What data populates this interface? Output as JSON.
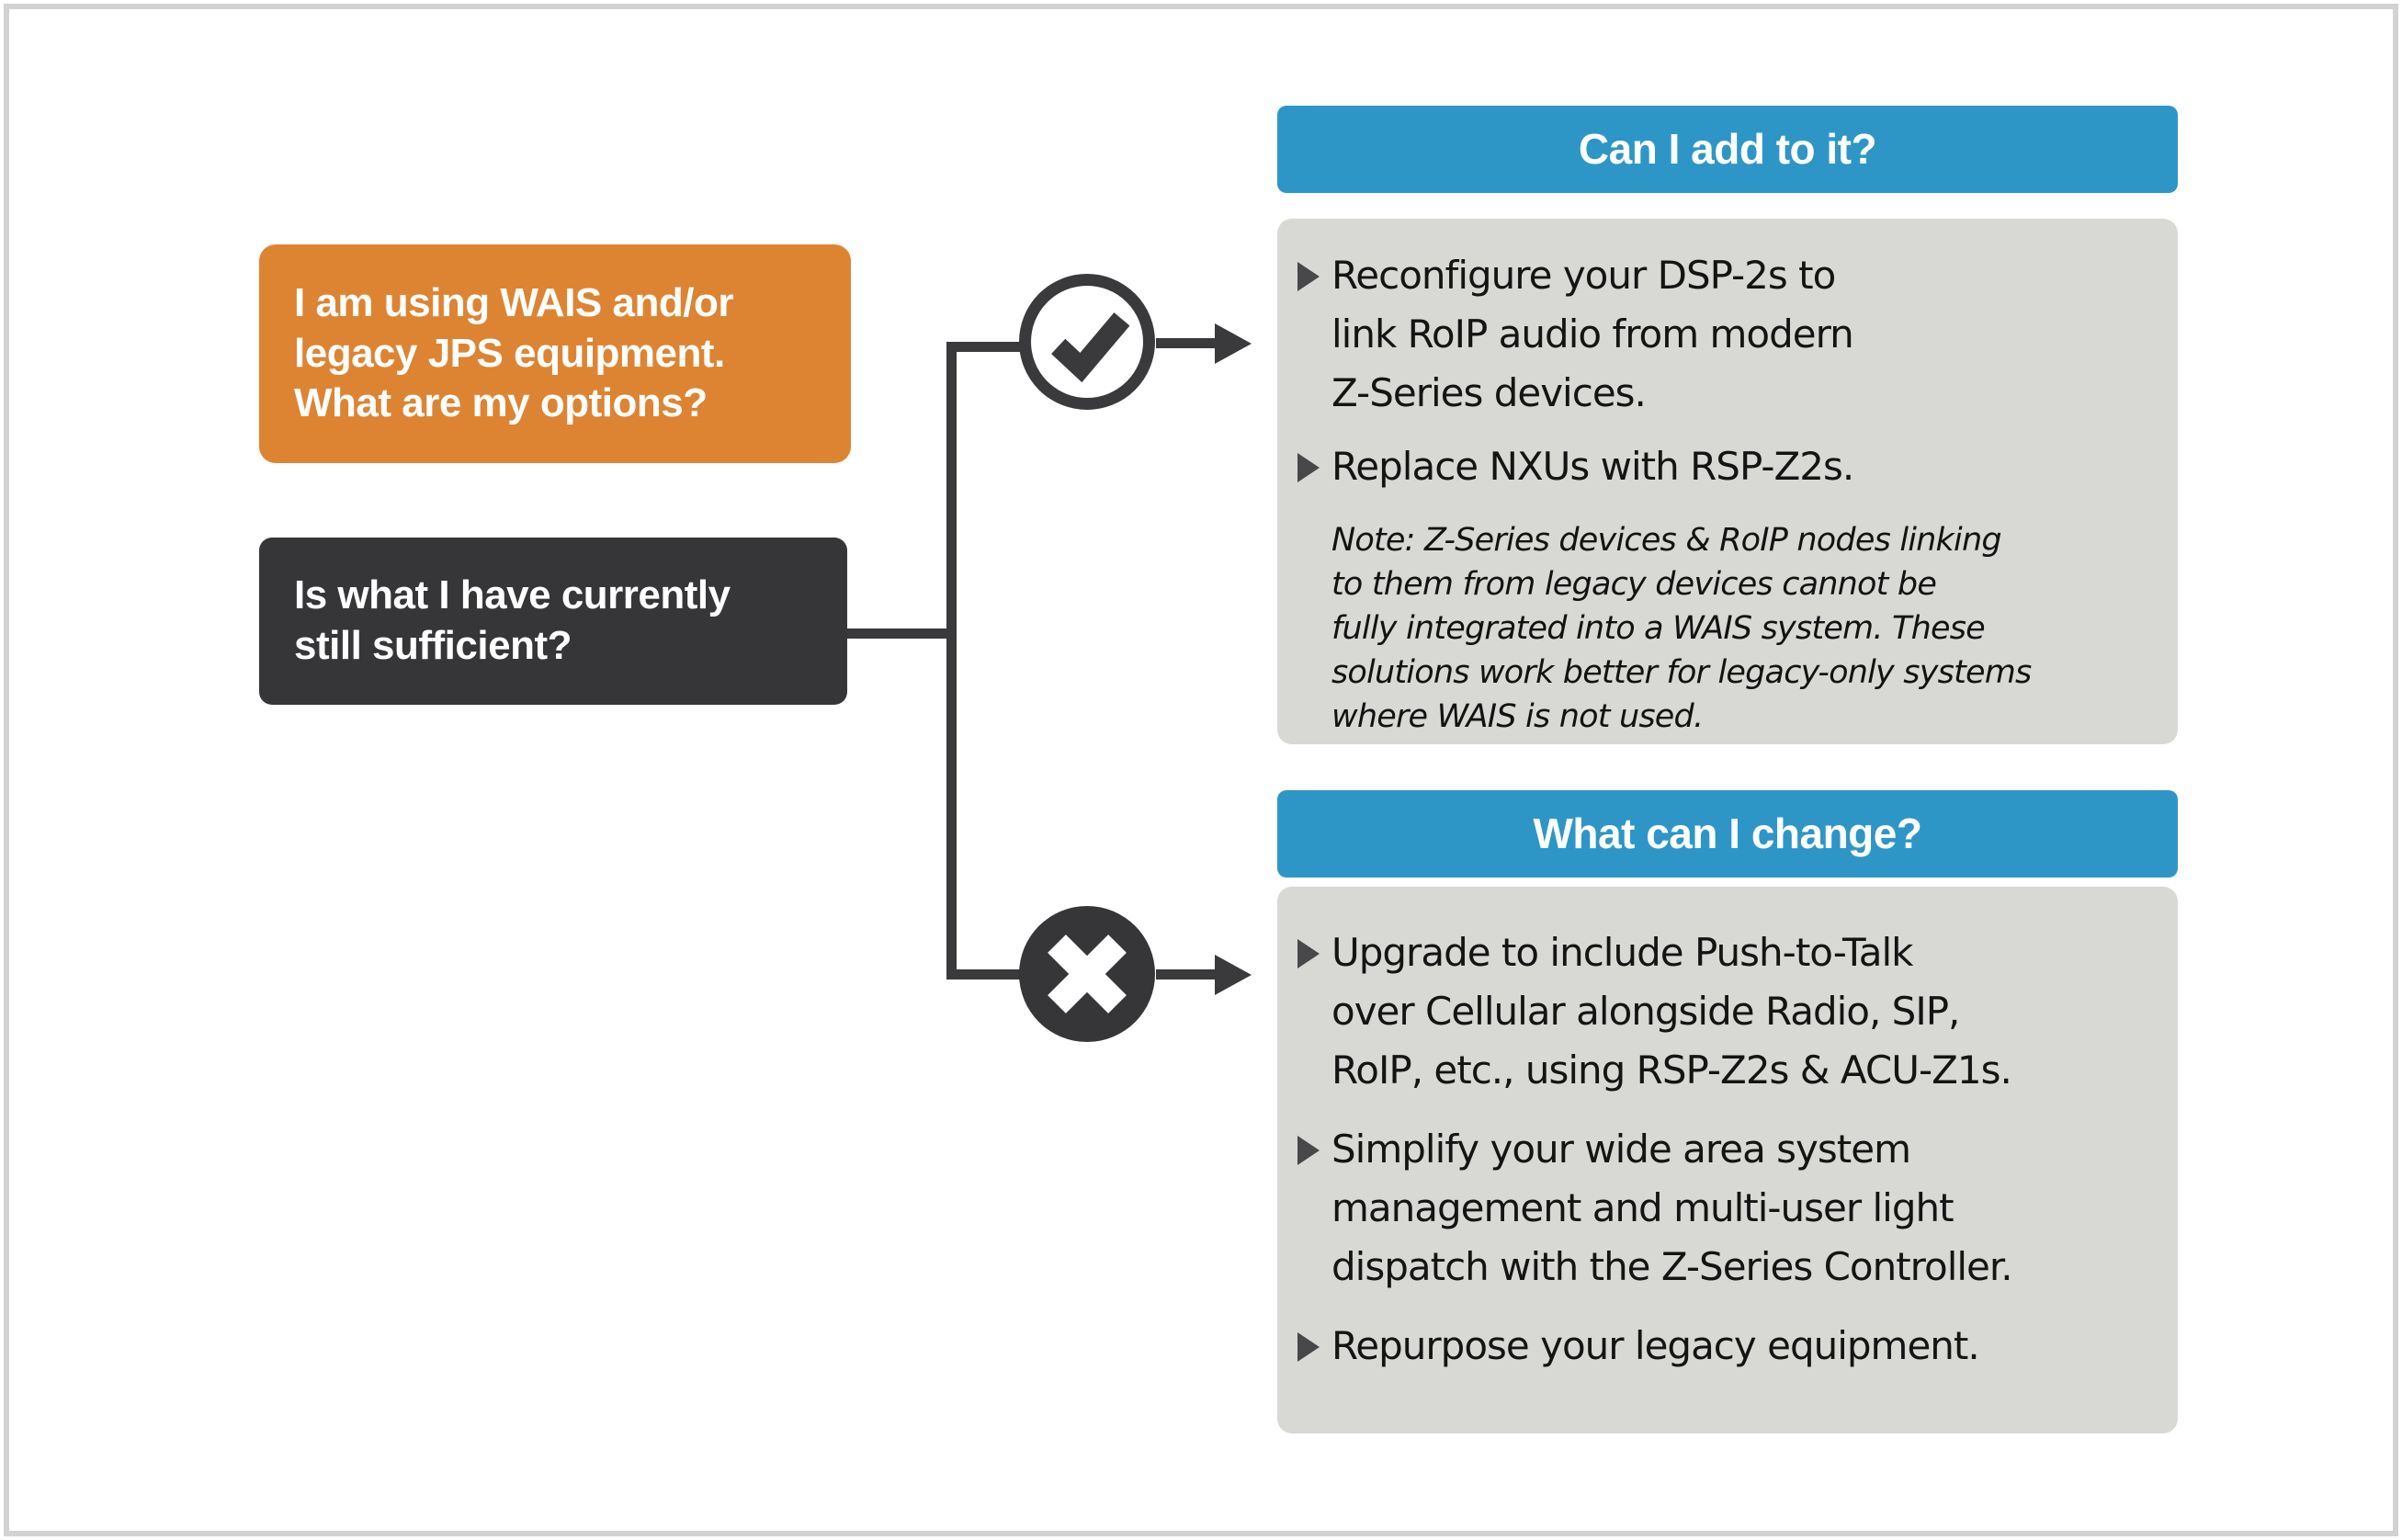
{
  "colors": {
    "accent_orange": "#dd8433",
    "dark_gray": "#363639",
    "accent_blue": "#2e96c6",
    "panel_gray": "#d8d8d5",
    "connector": "#3a3a3c"
  },
  "question_box": {
    "text": "I am using WAIS and/or\nlegacy JPS equipment.\nWhat are my options?"
  },
  "decision_box": {
    "text": "Is what I have currently\nstill sufficient?"
  },
  "yes_branch": {
    "icon": "check-icon",
    "header_label": "Can I add to it?",
    "bullets": [
      "Reconfigure your DSP-2s to\nlink RoIP audio from modern\nZ-Series devices.",
      "Replace NXUs with RSP-Z2s."
    ],
    "note": "Note: Z-Series devices & RoIP nodes linking\nto them from legacy devices cannot be\nfully integrated into a WAIS system. These\nsolutions work better for legacy-only systems\nwhere WAIS is not used."
  },
  "no_branch": {
    "icon": "x-icon",
    "header_label": "What can I change?",
    "bullets": [
      "Upgrade to include Push-to-Talk\nover Cellular alongside Radio, SIP,\nRoIP, etc., using RSP-Z2s & ACU-Z1s.",
      "Simplify your wide area system\nmanagement and multi-user light\ndispatch with the Z-Series Controller.",
      "Repurpose your legacy equipment."
    ]
  }
}
